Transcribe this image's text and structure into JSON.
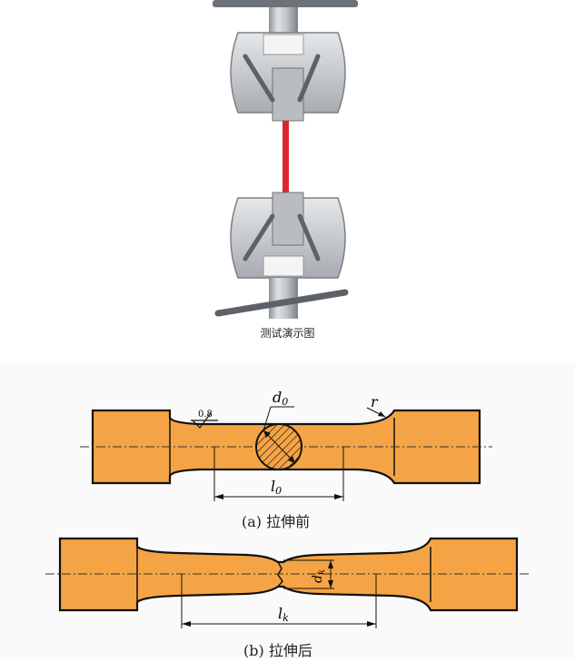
{
  "photo": {
    "caption": "测试演示图",
    "specimen_color": "#e0303a",
    "metal_color": "#c9ccd0"
  },
  "diagram": {
    "specimen_fill": "#f5a445",
    "before": {
      "caption": "(a) 拉伸前",
      "roughness": "0.8",
      "radius_label": "r",
      "diameter_label": "d",
      "diameter_sub": "0",
      "length_label": "l",
      "length_sub": "0"
    },
    "after": {
      "caption": "(b) 拉伸后",
      "diameter_label": "d",
      "diameter_sub": "k",
      "length_label": "l",
      "length_sub": "k"
    }
  }
}
